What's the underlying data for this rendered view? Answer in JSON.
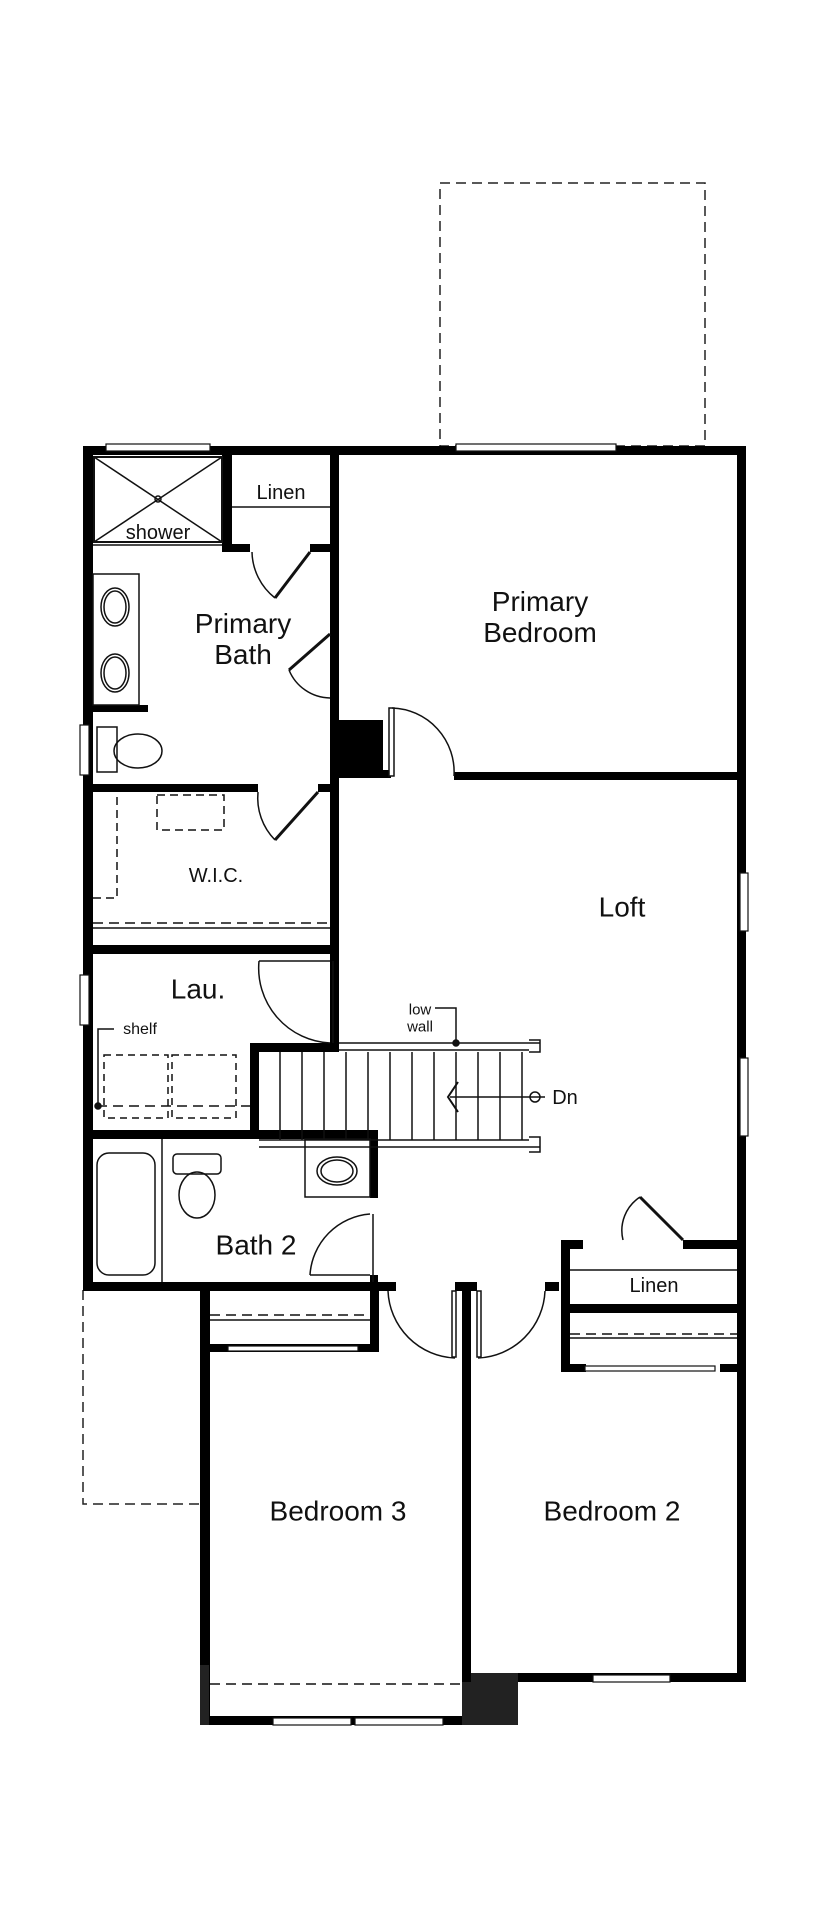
{
  "plan": {
    "type": "second-floor-plan",
    "rooms": [
      {
        "id": "primary-bedroom",
        "label": "Primary\nBedroom",
        "line1": "Primary",
        "line2": "Bedroom"
      },
      {
        "id": "primary-bath",
        "label": "Primary\nBath",
        "line1": "Primary",
        "line2": "Bath"
      },
      {
        "id": "loft",
        "label": "Loft"
      },
      {
        "id": "wic",
        "label": "W.I.C."
      },
      {
        "id": "laundry",
        "label": "Lau."
      },
      {
        "id": "bath-2",
        "label": "Bath 2"
      },
      {
        "id": "bedroom-3",
        "label": "Bedroom 3"
      },
      {
        "id": "bedroom-2",
        "label": "Bedroom 2"
      },
      {
        "id": "linen-primary",
        "label": "Linen"
      },
      {
        "id": "linen-hall",
        "label": "Linen"
      }
    ],
    "annotations": {
      "shower": "shower",
      "shelf": "shelf",
      "low_wall_1": "low",
      "low_wall_2": "wall",
      "stairs_direction": "Dn"
    },
    "colors": {
      "wall": "#000000",
      "background": "#ffffff",
      "line": "#111111"
    }
  }
}
